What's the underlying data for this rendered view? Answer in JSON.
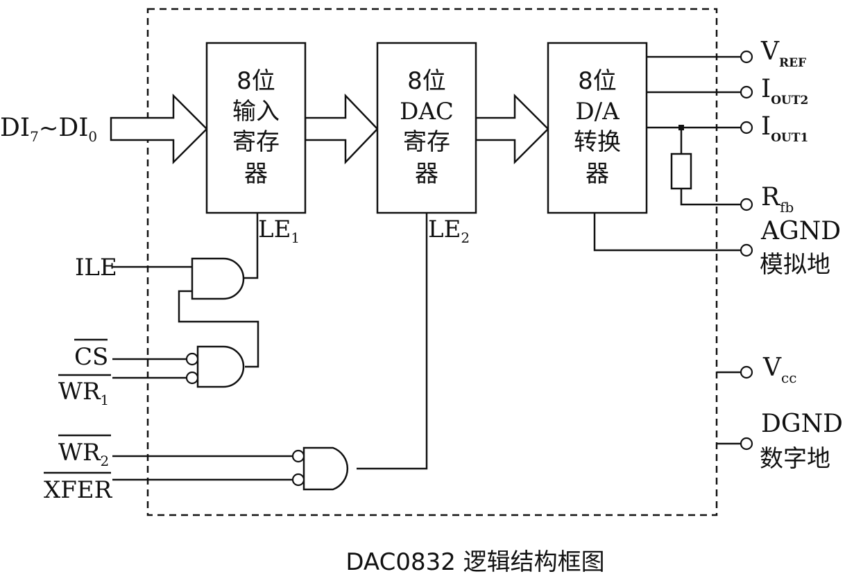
{
  "registers": {
    "input": [
      "8位",
      "输入",
      "寄存",
      "器"
    ],
    "dac": [
      "8位",
      "DAC",
      "寄存",
      "器"
    ],
    "converter": [
      "8位",
      "D/A",
      "转换",
      "器"
    ]
  },
  "inputs": {
    "di": {
      "main1": "DI",
      "sub1": "7",
      "sep": "~",
      "main2": "DI",
      "sub2": "0"
    },
    "ile": "ILE",
    "cs": "CS",
    "wr1": {
      "main": "WR",
      "sub": "1"
    },
    "wr2": {
      "main": "WR",
      "sub": "2"
    },
    "xfer": "XFER"
  },
  "latch_enables": {
    "le1": {
      "main": "LE",
      "sub": "1"
    },
    "le2": {
      "main": "LE",
      "sub": "2"
    }
  },
  "outputs": {
    "vref": {
      "main": "V",
      "sub": "REF"
    },
    "iout2": {
      "main": "I",
      "sub": "OUT2"
    },
    "iout1": {
      "main": "I",
      "sub": "OUT1"
    },
    "rfb": {
      "main": "R",
      "sub": "fb"
    },
    "agnd": "AGND",
    "agnd_cn": "模拟地",
    "vcc": {
      "main": "V",
      "sub": "cc"
    },
    "dgnd": "DGND",
    "dgnd_cn": "数字地"
  },
  "caption": "DAC0832 逻辑结构框图"
}
